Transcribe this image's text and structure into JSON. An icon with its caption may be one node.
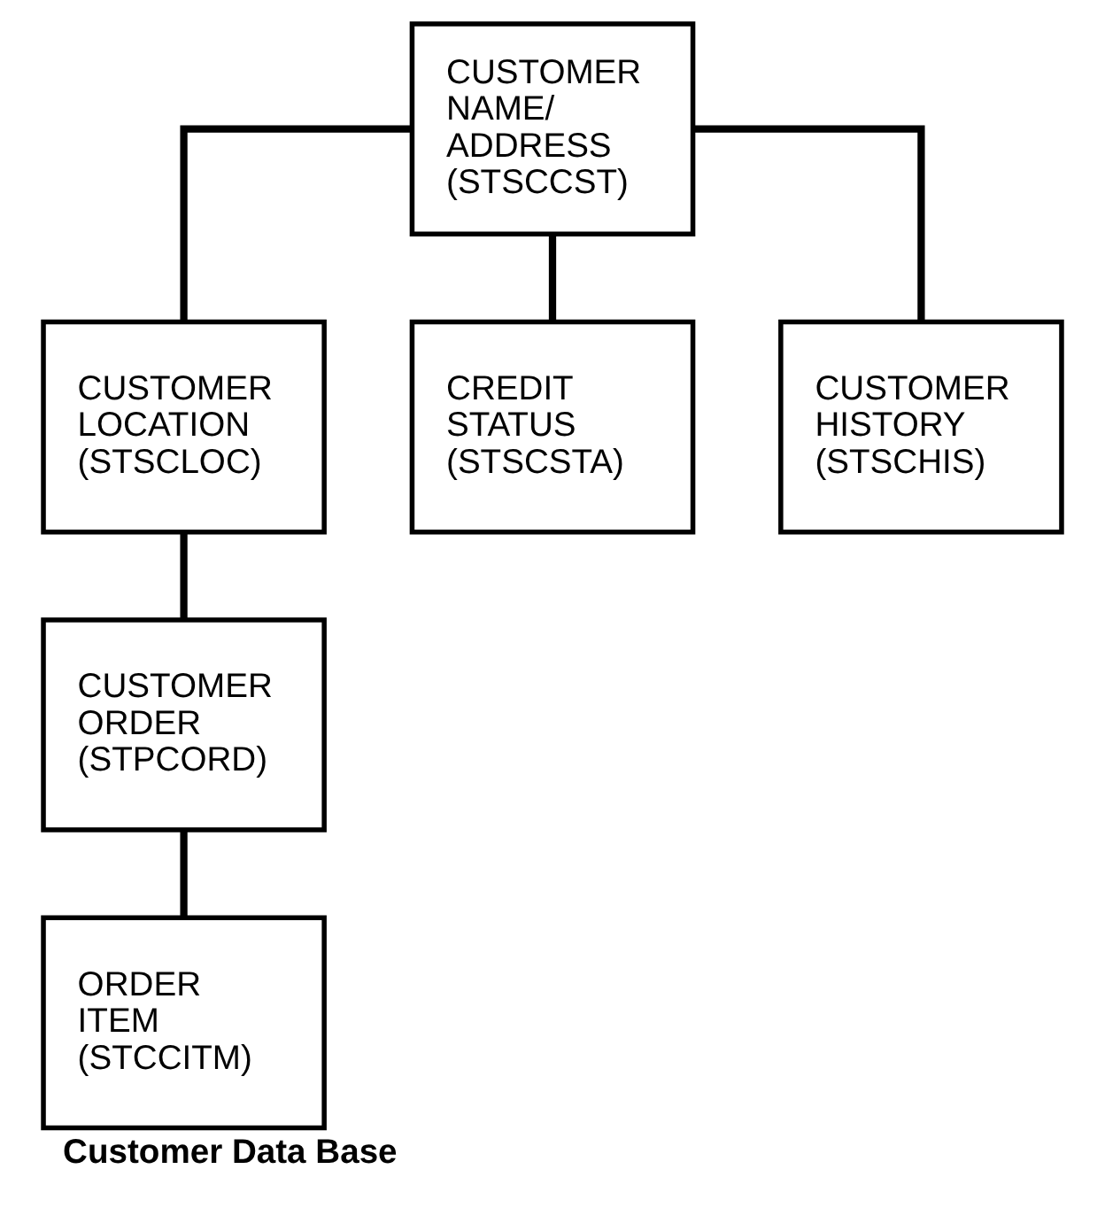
{
  "diagram": {
    "caption": "Customer Data Base",
    "nodes": [
      {
        "text": [
          "CUSTOMER NAME/ ADDRESS (STSCCST)"
        ]
      },
      {
        "text": [
          "CUSTOMER LOCATION (STSCLOC)"
        ]
      },
      {
        "text": [
          "CREDIT STATUS (STSCSTA)"
        ]
      },
      {
        "text": [
          "CUSTOMER HISTORY (STSCHIS)"
        ]
      },
      {
        "text": [
          "CUSTOMER ORDER (STPCORD)"
        ]
      },
      {
        "text": [
          "ORDER ITEM (STCCITM)"
        ]
      }
    ],
    "edges": [
      {
        "from": 0,
        "to": 1,
        "arrow": "none"
      },
      {
        "from": 0,
        "to": 2,
        "arrow": "none"
      },
      {
        "from": 0,
        "to": 3,
        "arrow": "none"
      },
      {
        "from": 1,
        "to": 4,
        "arrow": "none"
      },
      {
        "from": 4,
        "to": 5,
        "arrow": "none"
      }
    ]
  }
}
